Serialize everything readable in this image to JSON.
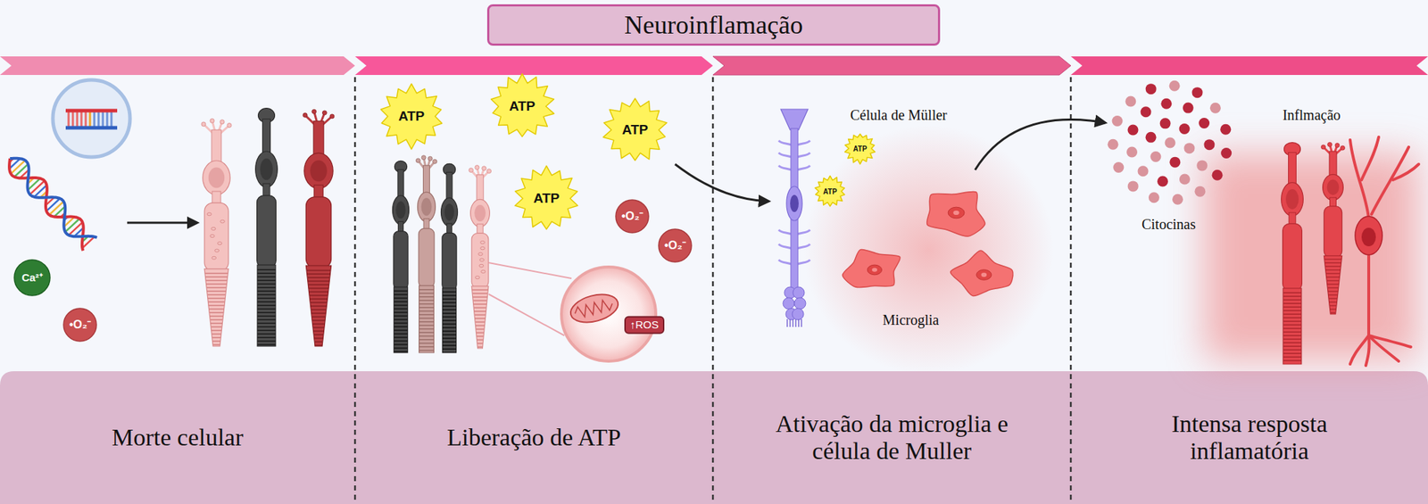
{
  "diagram": {
    "title": "Neuroinflamação",
    "nodes": [
      {
        "text": [
          "Morte celular"
        ]
      },
      {
        "text": [
          "Liberação de ATP"
        ]
      },
      {
        "text": [
          "Ativação da microglia e célula de Muller"
        ]
      },
      {
        "text": [
          "Intensa resposta inflamatória"
        ]
      }
    ],
    "labels": [
      "Ca²⁺",
      "•O₂⁻",
      "ATP",
      "ATP",
      "ATP",
      "ATP",
      "•O₂⁻",
      "•O₂⁻",
      "↑ROS",
      "Célula de Müller",
      "ATP",
      "ATP",
      "Microglia",
      "Citocinas",
      "Inflmação"
    ]
  }
}
